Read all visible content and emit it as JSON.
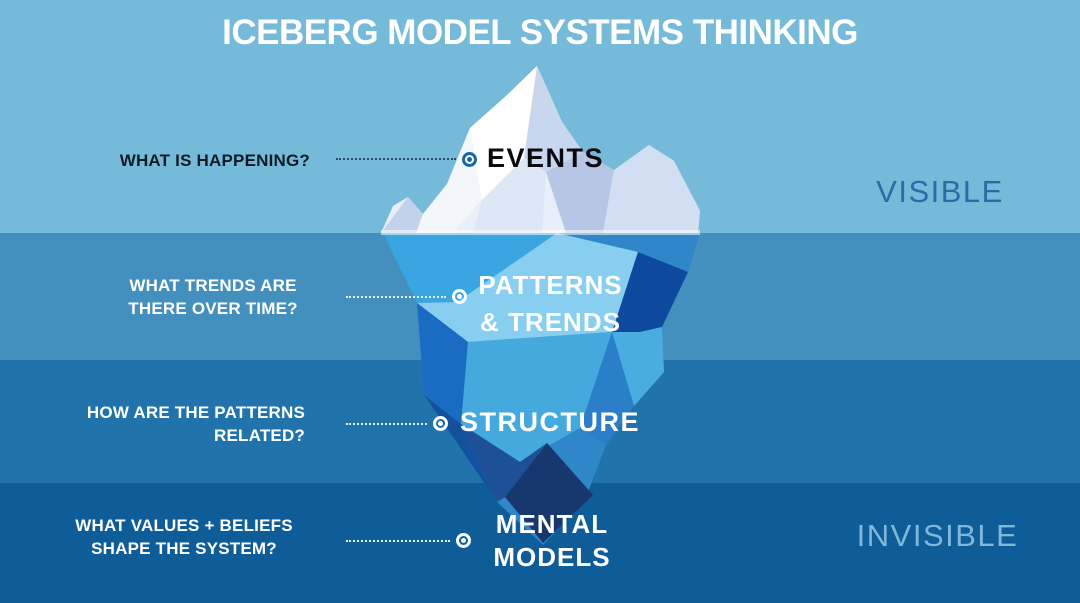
{
  "title": "ICEBERG MODEL SYSTEMS THINKING",
  "zones": {
    "visible": "VISIBLE",
    "invisible": "INVISIBLE"
  },
  "rows": [
    {
      "question_line1": "WHAT IS HAPPENING?",
      "question_line2": "",
      "label_line1": "EVENTS",
      "label_line2": ""
    },
    {
      "question_line1": "WHAT TRENDS ARE",
      "question_line2": "THERE OVER TIME?",
      "label_line1": "PATTERNS",
      "label_line2": "& TRENDS"
    },
    {
      "question_line1": "HOW ARE THE PATTERNS",
      "question_line2": "RELATED?",
      "label_line1": "STRUCTURE",
      "label_line2": ""
    },
    {
      "question_line1": "WHAT VALUES + BELIEFS",
      "question_line2": "SHAPE THE SYSTEM?",
      "label_line1": "MENTAL",
      "label_line2": "MODELS"
    }
  ],
  "colors": {
    "sky_band": "#75bbd9",
    "upper_water_band": "#4390be",
    "mid_water_band": "#2174ab",
    "deep_water_band": "#0e5c98",
    "title_text": "#ffffff",
    "events_text": "#0a0a0f",
    "dark_question_text": "#0d1b26",
    "light_question_text": "#ffffff",
    "visible_text": "#2a6ca6",
    "invisible_text": "#7fb7d9",
    "iceberg_above_water": "#e9eff9",
    "iceberg_below_water_accent": "#39a6e2",
    "marker_dark": "#1667a8"
  }
}
